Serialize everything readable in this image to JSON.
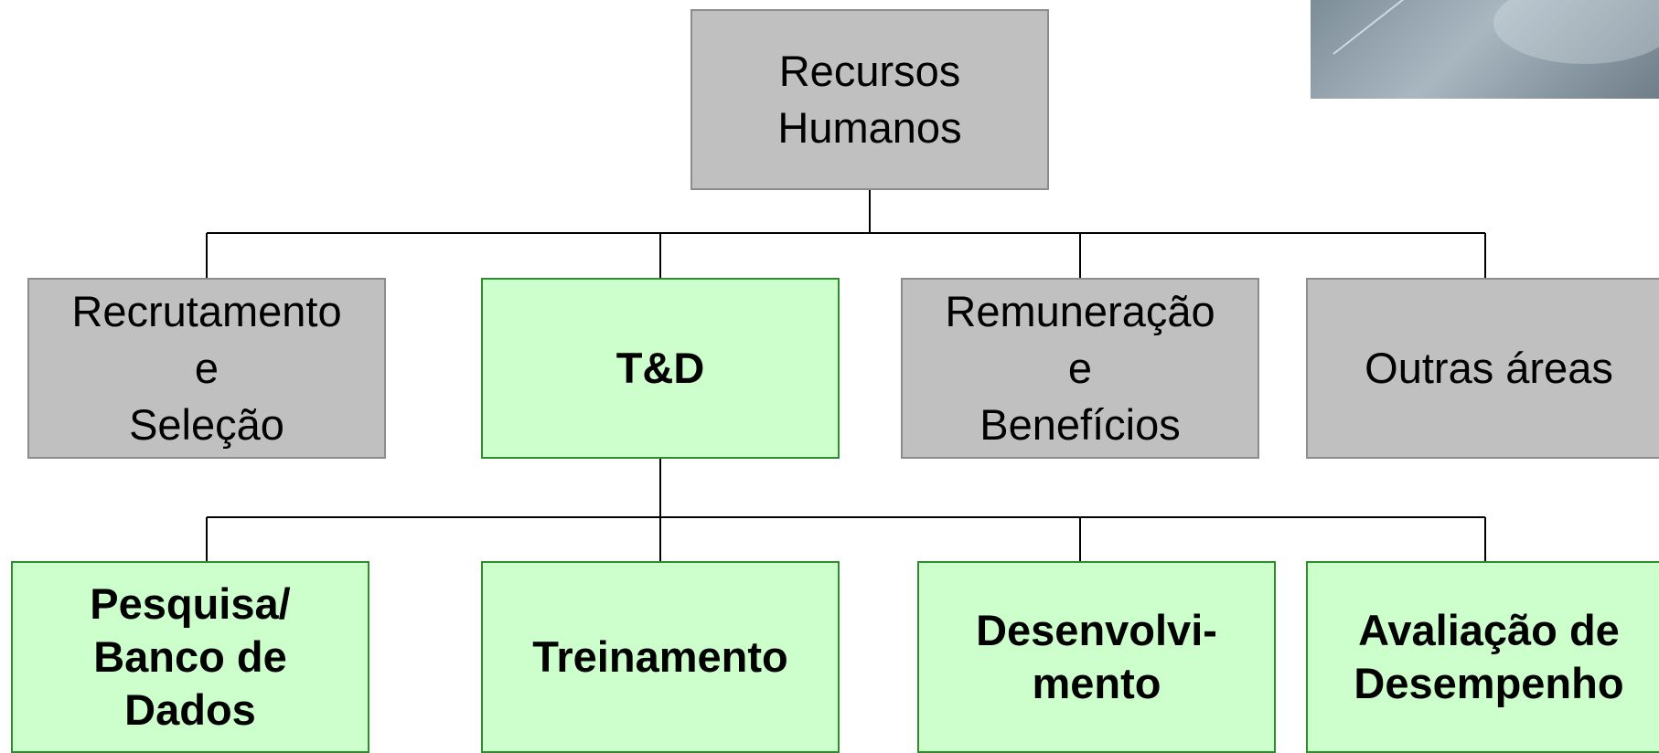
{
  "diagram": {
    "root": {
      "label": "Recursos\nHumanos"
    },
    "level1": [
      {
        "label": "Recrutamento\ne\nSeleção"
      },
      {
        "label": "T&D"
      },
      {
        "label": "Remuneração\ne\nBenefícios"
      },
      {
        "label": "Outras áreas"
      }
    ],
    "level2": [
      {
        "label": "Pesquisa/\nBanco de\nDados"
      },
      {
        "label": "Treinamento"
      },
      {
        "label": "Desenvolvi-\nmento"
      },
      {
        "label": "Avaliação de\nDesempenho"
      }
    ]
  },
  "colors": {
    "gray_fill": "#c0c0c0",
    "gray_border": "#8c8c8c",
    "green_fill": "#ccffcc",
    "green_border": "#2e8b2e",
    "connector": "#000000"
  }
}
